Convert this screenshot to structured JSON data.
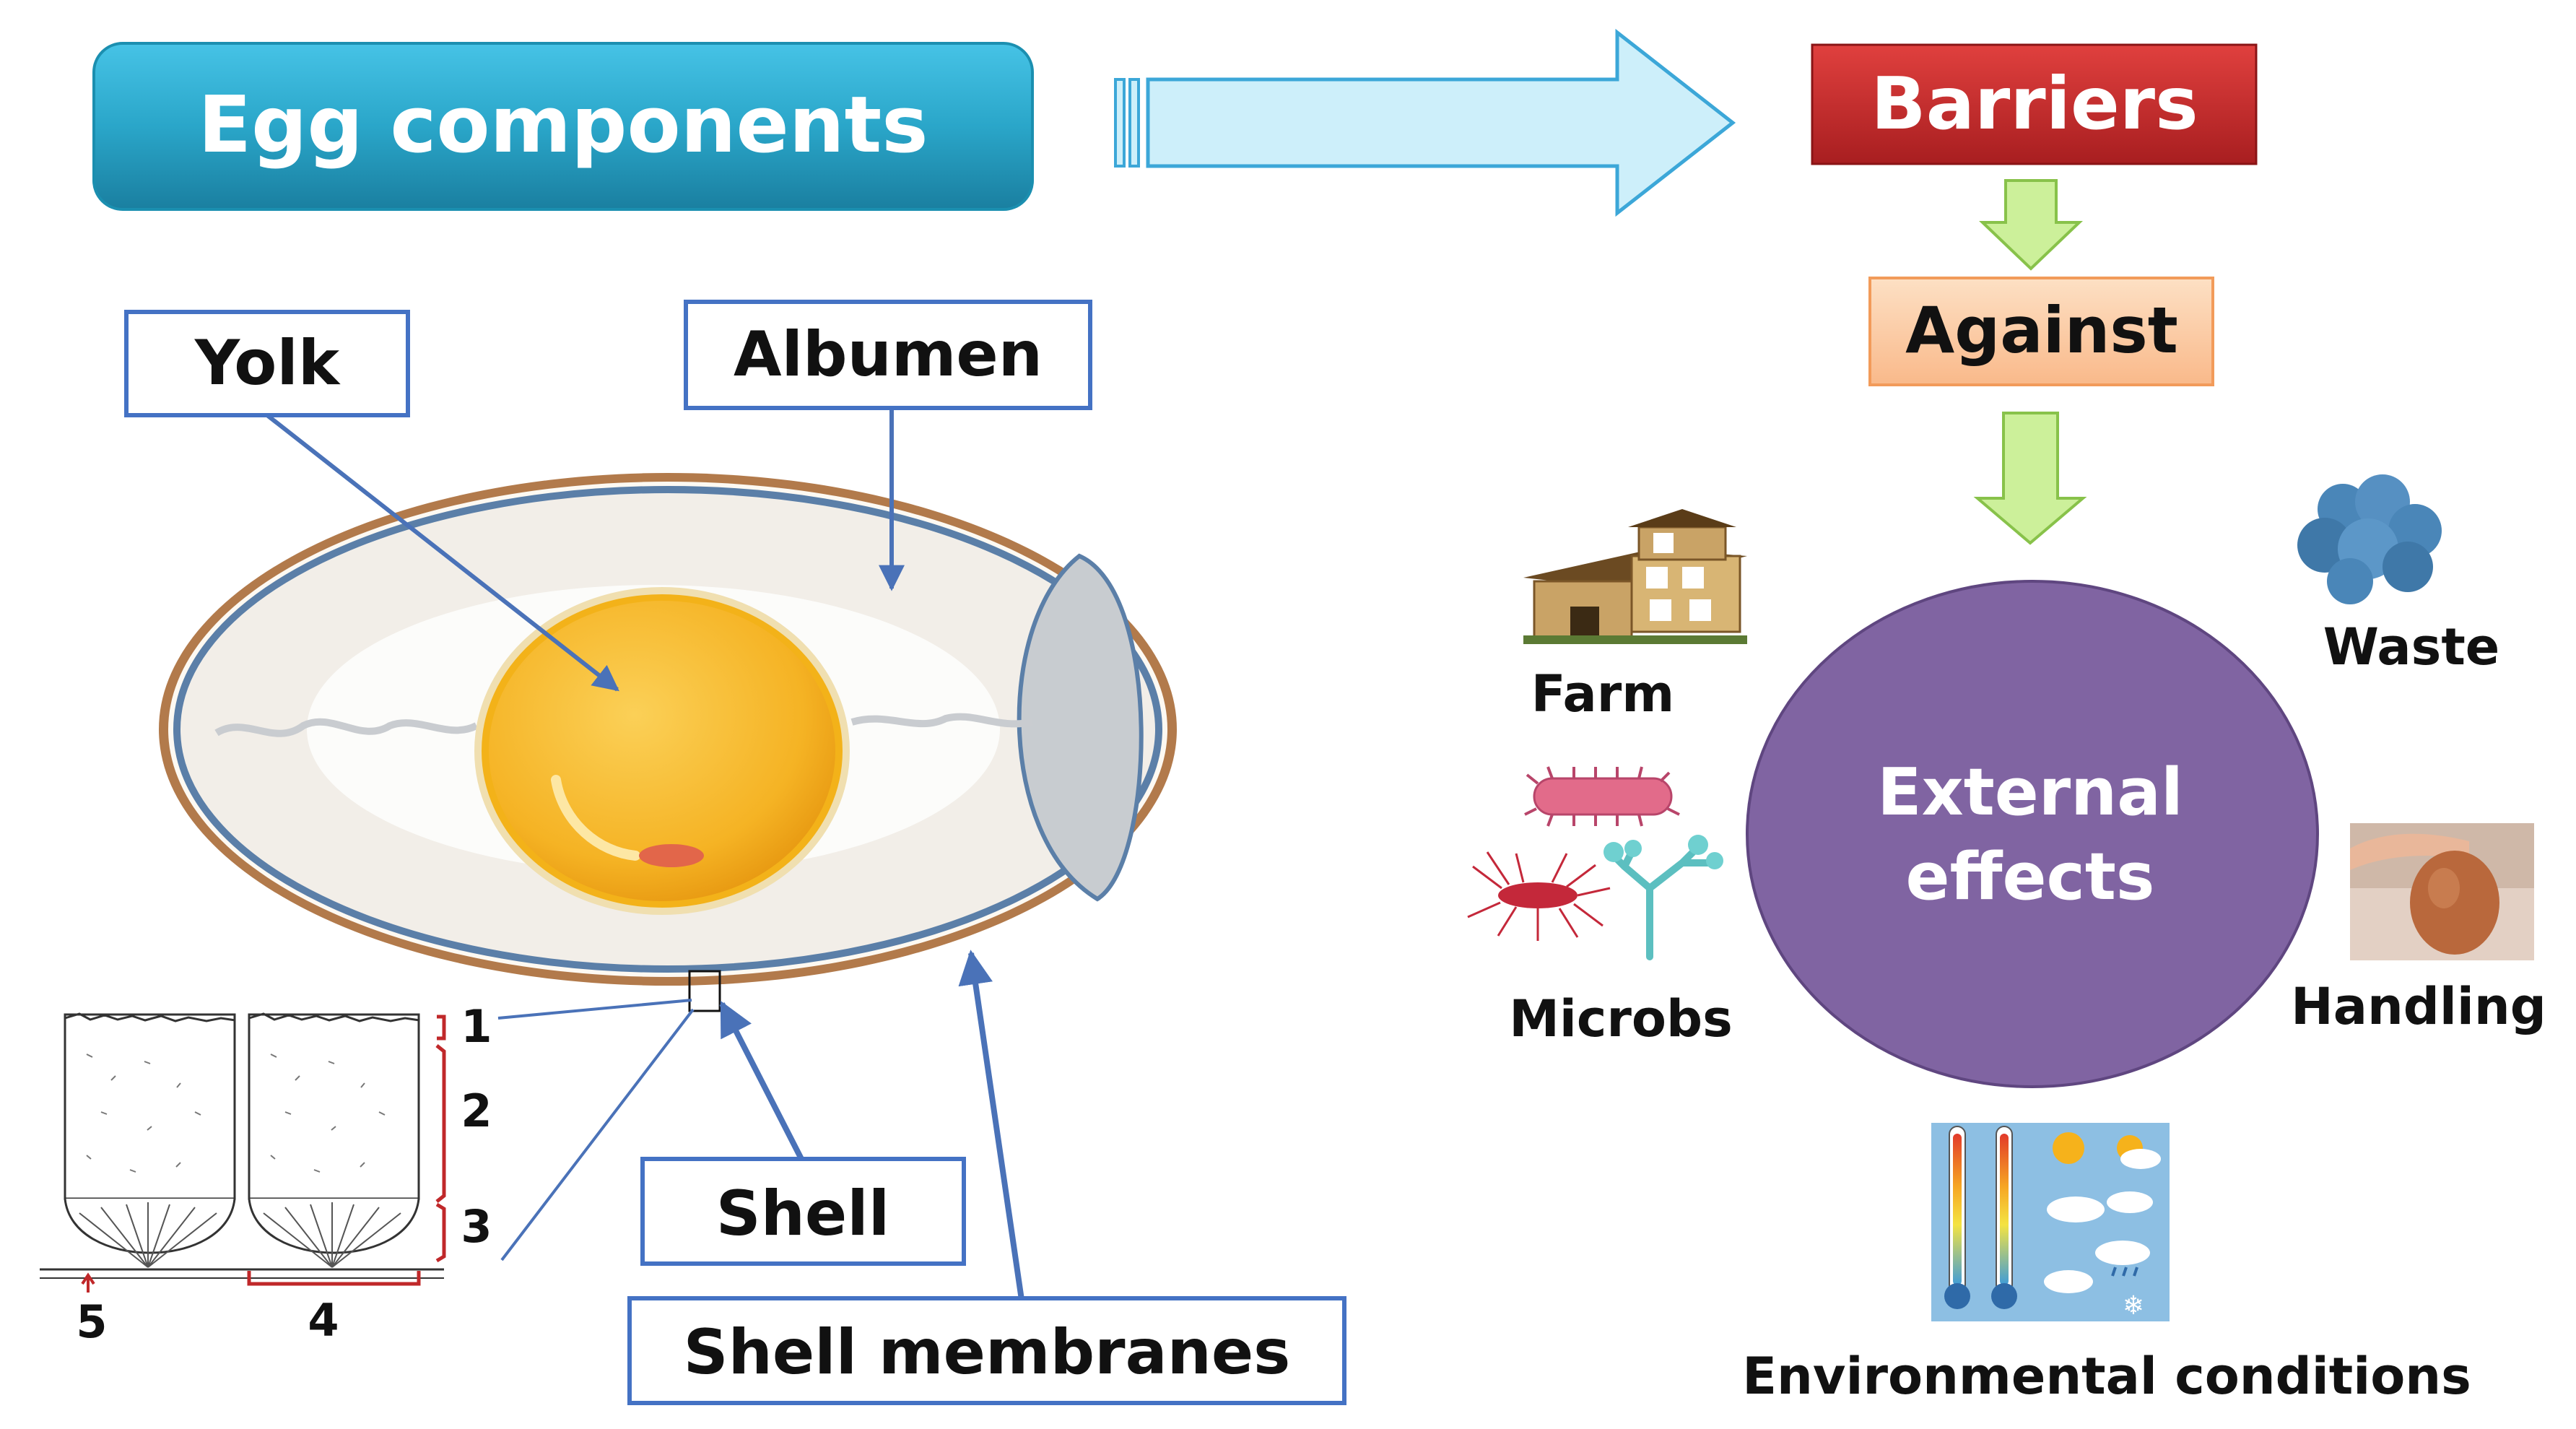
{
  "title": "Egg components",
  "components": {
    "yolk": "Yolk",
    "albumen": "Albumen",
    "shell": "Shell",
    "shell_membranes": "Shell membranes"
  },
  "shell_layers": [
    "1",
    "2",
    "3",
    "4",
    "5"
  ],
  "flow": {
    "barriers": "Barriers",
    "against": "Against",
    "center_line1": "External",
    "center_line2": "effects"
  },
  "effects": {
    "farm": "Farm",
    "microbs": "Microbs",
    "waste": "Waste",
    "handling": "Handling",
    "environmental": "Environmental conditions"
  },
  "colors": {
    "title_box": "#2aa6c9",
    "barriers_box": "#c0282a",
    "against_box": "#fbc9a0",
    "circle": "#8064a2",
    "label_border": "#4472c4",
    "green_arrow": "#ccf09a",
    "blue_arrow": "#cdeffa"
  },
  "icons": [
    "farm-icon",
    "bacteria-icon",
    "mold-icon",
    "waste-icon",
    "handling-icon",
    "weather-icon"
  ]
}
